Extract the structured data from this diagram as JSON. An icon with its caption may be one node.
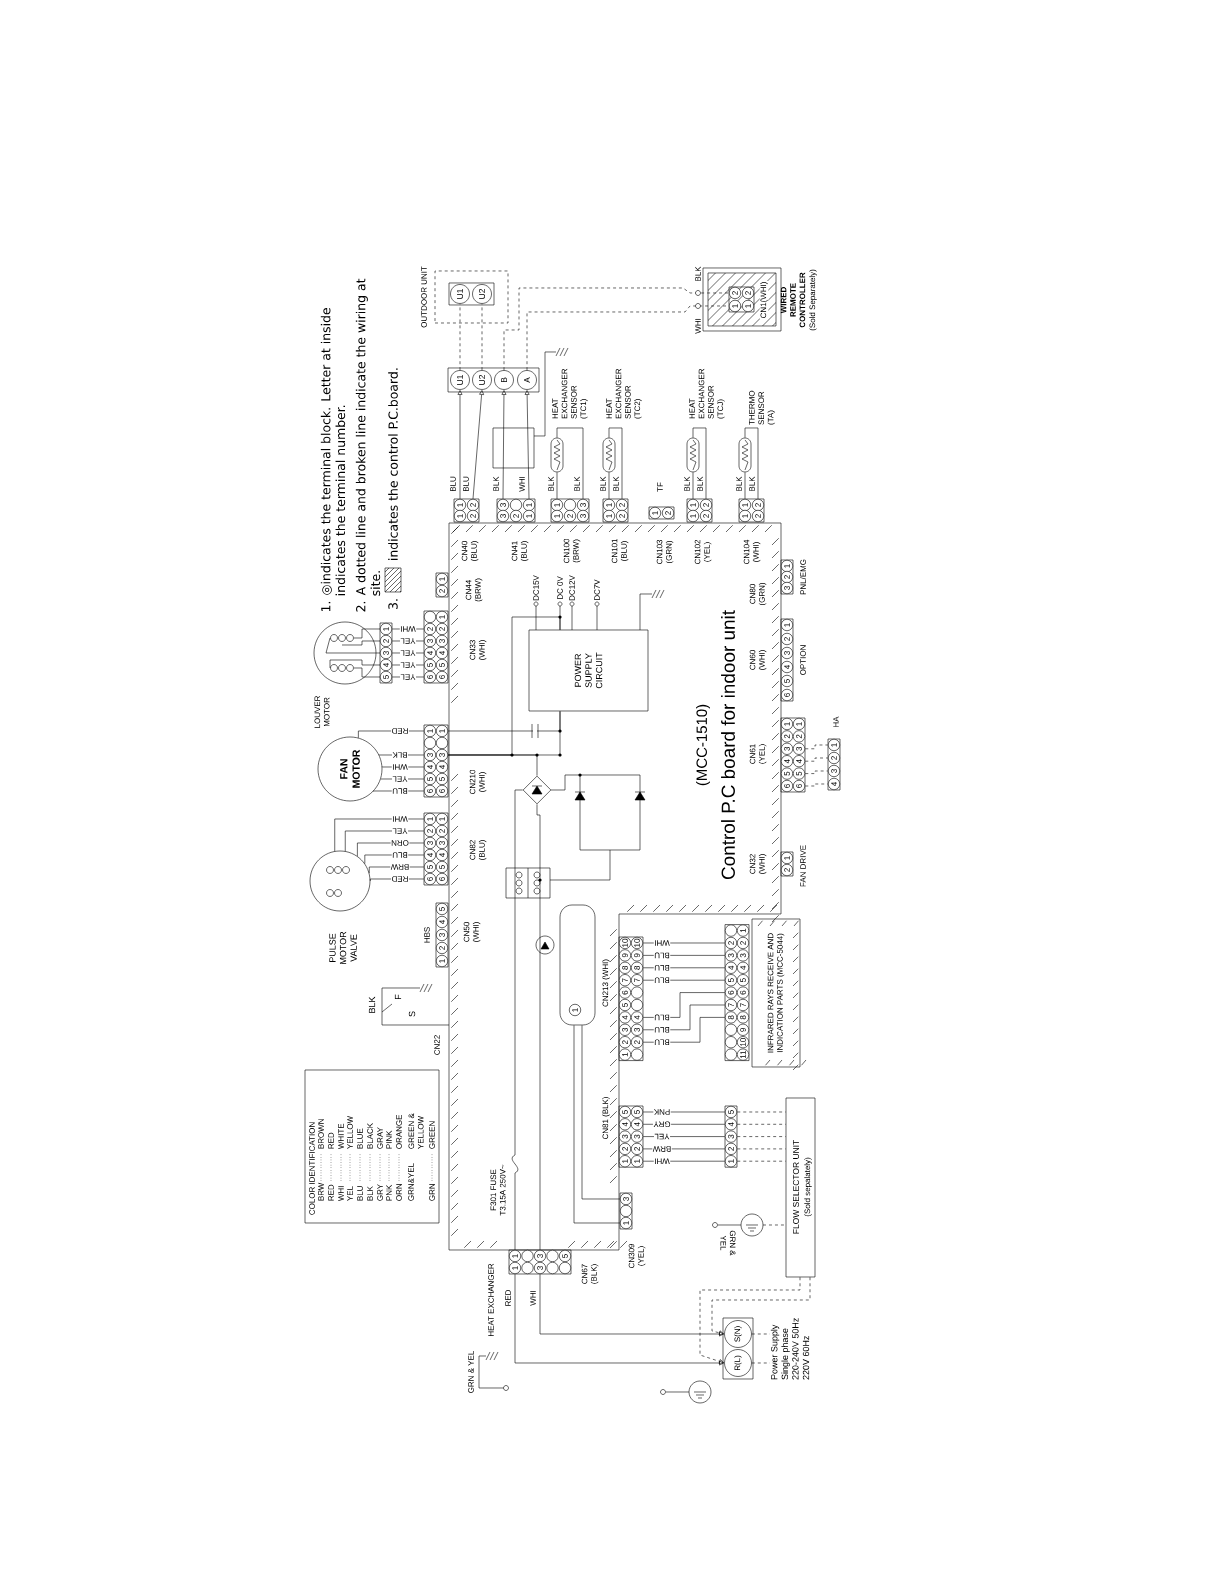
{
  "diagram": {
    "nodes": [
      {
        "text": [
          "(MCC-1510)",
          "Control P.C board for indoor unit"
        ]
      },
      {
        "text": [
          "POWER SUPPLY CIRCUIT"
        ],
        "in": 0
      },
      {
        "text": [
          "OUTDOOR UNIT"
        ]
      },
      {
        "text": [
          "U1"
        ],
        "in": 2
      },
      {
        "text": [
          "U2"
        ],
        "in": 2
      },
      {
        "text": [
          "U1"
        ]
      },
      {
        "text": [
          "U2"
        ]
      },
      {
        "text": [
          "B"
        ]
      },
      {
        "text": [
          "A"
        ]
      },
      {
        "text": [
          "WIRED REMOTE CONTROLLER",
          "(Sold Separately)",
          "CN1(WHI)"
        ]
      },
      {
        "text": [
          "2",
          "1",
          "2",
          "1"
        ],
        "in": 9
      },
      {
        "text": [
          "LOUVER MOTOR"
        ]
      },
      {
        "text": [
          "1",
          "2",
          "3",
          "4",
          "5"
        ]
      },
      {
        "text": [
          "FAN MOTOR"
        ]
      },
      {
        "text": [
          "PULSE MOTOR VALVE"
        ]
      },
      {
        "text": [
          "1",
          "2"
        ],
        "beside": [
          "CN44 (BRW)"
        ]
      },
      {
        "text": [
          "2",
          "3",
          "4",
          "5",
          "6",
          "1",
          "2",
          "3",
          "4",
          "5",
          "6"
        ],
        "beside": [
          "CN33 (WHI)"
        ]
      },
      {
        "text": [
          "1",
          "3",
          "4",
          "5",
          "6",
          "1",
          "3",
          "4",
          "5",
          "6"
        ],
        "beside": [
          "CN210 (WHI)"
        ]
      },
      {
        "text": [
          "1",
          "2",
          "3",
          "4",
          "5",
          "6",
          "1",
          "2",
          "3",
          "4",
          "5",
          "6"
        ],
        "beside": [
          "CN82 (BLU)"
        ]
      },
      {
        "text": [
          "5",
          "4",
          "3",
          "2",
          "1"
        ],
        "beside": [
          "HBS",
          "CN50 (WHI)"
        ]
      },
      {
        "text": [
          "1",
          "2",
          "1",
          "2"
        ],
        "beside": [
          "CN40 (BLU)"
        ]
      },
      {
        "text": [
          "3",
          "1",
          "3",
          "2",
          "1"
        ],
        "beside": [
          "CN41 (BLU)"
        ]
      },
      {
        "text": [
          "1",
          "3",
          "1",
          "2",
          "3"
        ],
        "beside": [
          "CN100 (BRW)"
        ]
      },
      {
        "text": [
          "1",
          "2",
          "1",
          "2"
        ],
        "beside": [
          "CN101 (BLU)"
        ]
      },
      {
        "text": [
          "1",
          "2"
        ],
        "beside": [
          "CN103 (GRN)"
        ]
      },
      {
        "text": [
          "1",
          "2",
          "1",
          "2"
        ],
        "beside": [
          "CN102 (YEL)"
        ]
      },
      {
        "text": [
          "1",
          "2",
          "1",
          "2"
        ],
        "beside": [
          "CN104 (WHI)"
        ]
      },
      {
        "text": [],
        "shape": "capsule",
        "beside": [
          "HEAT EXCHANGER SENSOR (TC1)"
        ]
      },
      {
        "text": [],
        "shape": "capsule",
        "beside": [
          "HEAT EXCHANGER SENSOR (TC2)"
        ]
      },
      {
        "text": [],
        "shape": "capsule",
        "beside": [
          "HEAT EXCHANGER SENSOR (TCJ)"
        ]
      },
      {
        "text": [],
        "shape": "capsule",
        "beside": [
          "THERMO SENSOR (TA)"
        ]
      },
      {
        "text": [
          "1",
          "2",
          "3"
        ],
        "beside": [
          "CN80 (GRN)",
          "PNL/EMG"
        ]
      },
      {
        "text": [
          "1",
          "2",
          "3",
          "4",
          "5",
          "6"
        ],
        "beside": [
          "CN60 (WHI)",
          "OPTION"
        ]
      },
      {
        "text": [
          "1",
          "2",
          "3",
          "4",
          "5",
          "6",
          "1",
          "2",
          "3",
          "4",
          "5",
          "6"
        ],
        "beside": [
          "CN61 (YEL)"
        ]
      },
      {
        "text": [
          "1",
          "2",
          "3",
          "4"
        ],
        "beside": [
          "HA"
        ]
      },
      {
        "text": [
          "1",
          "2"
        ],
        "beside": [
          "CN32 (WHI)",
          "FAN DRIVE"
        ]
      },
      {
        "text": [
          "10",
          "9",
          "8",
          "7",
          "6",
          "5",
          "4",
          "3",
          "2",
          "1",
          "10",
          "9",
          "8",
          "7",
          "4",
          "3",
          "2"
        ],
        "beside": [
          "CN213 (WHI)"
        ]
      },
      {
        "text": [
          "INFRARED RAYS RECEIVE AND INDICATION PARTS (MCC-5044)"
        ]
      },
      {
        "text": [
          "2",
          "3",
          "4",
          "5",
          "6",
          "7",
          "8",
          "1",
          "2",
          "3",
          "4",
          "5",
          "6",
          "7",
          "8",
          "9",
          "10",
          "11"
        ]
      },
      {
        "text": [
          "5",
          "4",
          "3",
          "2",
          "1",
          "5",
          "4",
          "3",
          "2",
          "1"
        ],
        "beside": [
          "CN81 (BLK)"
        ]
      },
      {
        "text": [
          "5",
          "4",
          "3",
          "2",
          "1"
        ]
      },
      {
        "text": [
          "FLOW SELECTOR UNIT",
          "(Sold sepalately)"
        ]
      },
      {
        "text": [
          "3",
          "1"
        ],
        "beside": [
          "CN309 (YEL)"
        ]
      },
      {
        "text": [
          "1",
          "3",
          "5",
          "1",
          "3"
        ],
        "beside": [
          "CN67 (BLK)"
        ]
      },
      {
        "text": [
          "R(L)"
        ]
      },
      {
        "text": [
          "S(N)"
        ]
      },
      {
        "text": [
          "COLOR IDENTIFICATION",
          "BRW",
          "BROWN",
          "RED",
          "RED",
          "WHI",
          "WHITE",
          "YEL",
          "YELLOW",
          "BLU",
          "BLUE",
          "BLK",
          "BLACK",
          "GRY",
          "GRAY",
          "PNK",
          "PINK",
          "ORN",
          "ORANGE",
          "GRN&YEL",
          "GREEN & YELLOW",
          "GRN",
          "GREEN"
        ]
      },
      {
        "text": [
          "Power Supply Single phase 220-240V 50Hz 220V 60Hz"
        ]
      },
      {
        "text": [],
        "shape": "diamond",
        "in": 0
      },
      {
        "text": [
          "1"
        ],
        "in": 0
      }
    ],
    "edges": [
      {
        "from": 20,
        "to": 5,
        "arrow": "to",
        "label": "BLU"
      },
      {
        "from": 20,
        "to": 6,
        "arrow": "to",
        "label": "BLU"
      },
      {
        "from": 21,
        "to": 7,
        "arrow": "to",
        "label": "BLK"
      },
      {
        "from": 21,
        "to": 8,
        "arrow": "to",
        "label": "WHI"
      },
      {
        "from": 5,
        "to": 3,
        "arrow": "none",
        "style": "dashed"
      },
      {
        "from": 6,
        "to": 4,
        "arrow": "none",
        "style": "dashed"
      },
      {
        "from": 7,
        "to": 10,
        "arrow": "none",
        "style": "dashed"
      },
      {
        "from": 8,
        "to": 10,
        "arrow": "none",
        "style": "dashed"
      },
      {
        "from": 22,
        "to": 27,
        "arrow": "none",
        "label": "BLK"
      },
      {
        "from": 22,
        "to": 27,
        "arrow": "none",
        "label": "BLK"
      },
      {
        "from": 23,
        "to": 28,
        "arrow": "none",
        "label": "BLK"
      },
      {
        "from": 23,
        "to": 28,
        "arrow": "none",
        "label": "BLK"
      },
      {
        "from": 25,
        "to": 29,
        "arrow": "none",
        "label": "BLK"
      },
      {
        "from": 25,
        "to": 29,
        "arrow": "none",
        "label": "BLK"
      },
      {
        "from": 26,
        "to": 30,
        "arrow": "none",
        "label": "BLK"
      },
      {
        "from": 26,
        "to": 30,
        "arrow": "none",
        "label": "BLK"
      },
      {
        "from": 12,
        "to": 16,
        "arrow": "none",
        "label": "WHI"
      },
      {
        "from": 12,
        "to": 16,
        "arrow": "none",
        "label": "YEL"
      },
      {
        "from": 12,
        "to": 16,
        "arrow": "none",
        "label": "YEL"
      },
      {
        "from": 12,
        "to": 16,
        "arrow": "none",
        "label": "YEL"
      },
      {
        "from": 12,
        "to": 16,
        "arrow": "none",
        "label": "YEL"
      },
      {
        "from": 13,
        "to": 17,
        "arrow": "none",
        "label": "RED"
      },
      {
        "from": 13,
        "to": 17,
        "arrow": "none",
        "label": "BLK"
      },
      {
        "from": 13,
        "to": 17,
        "arrow": "none",
        "label": "WHI"
      },
      {
        "from": 13,
        "to": 17,
        "arrow": "none",
        "label": "YEL"
      },
      {
        "from": 13,
        "to": 17,
        "arrow": "none",
        "label": "BLU"
      },
      {
        "from": 14,
        "to": 18,
        "arrow": "none",
        "label": "WHI"
      },
      {
        "from": 14,
        "to": 18,
        "arrow": "none",
        "label": "YEL"
      },
      {
        "from": 14,
        "to": 18,
        "arrow": "none",
        "label": "ORN"
      },
      {
        "from": 14,
        "to": 18,
        "arrow": "none",
        "label": "BLU"
      },
      {
        "from": 14,
        "to": 18,
        "arrow": "none",
        "label": "BRW"
      },
      {
        "from": 14,
        "to": 18,
        "arrow": "none",
        "label": "RED"
      },
      {
        "from": 33,
        "to": 34,
        "arrow": "none",
        "style": "dashed"
      },
      {
        "from": 33,
        "to": 34,
        "arrow": "none",
        "style": "dashed"
      },
      {
        "from": 33,
        "to": 34,
        "arrow": "none",
        "style": "dashed"
      },
      {
        "from": 33,
        "to": 34,
        "arrow": "none",
        "style": "dashed"
      },
      {
        "from": 36,
        "to": 38,
        "arrow": "none",
        "label": "WHI"
      },
      {
        "from": 36,
        "to": 38,
        "arrow": "none",
        "label": "BLU"
      },
      {
        "from": 36,
        "to": 38,
        "arrow": "none",
        "label": "BLU"
      },
      {
        "from": 36,
        "to": 38,
        "arrow": "none",
        "label": "BLU"
      },
      {
        "from": 36,
        "to": 38,
        "arrow": "none",
        "label": "BLU"
      },
      {
        "from": 36,
        "to": 38,
        "arrow": "none",
        "label": "BLU"
      },
      {
        "from": 36,
        "to": 38,
        "arrow": "none",
        "label": "BLU"
      },
      {
        "from": 39,
        "to": 40,
        "arrow": "none",
        "label": "PNK"
      },
      {
        "from": 39,
        "to": 40,
        "arrow": "none",
        "label": "GRY"
      },
      {
        "from": 39,
        "to": 40,
        "arrow": "none",
        "label": "YEL"
      },
      {
        "from": 39,
        "to": 40,
        "arrow": "none",
        "label": "BRW"
      },
      {
        "from": 39,
        "to": 40,
        "arrow": "none",
        "label": "WHI"
      },
      {
        "from": 40,
        "to": 41,
        "arrow": "none",
        "style": "dashed"
      },
      {
        "from": 40,
        "to": 41,
        "arrow": "none",
        "style": "dashed"
      },
      {
        "from": 40,
        "to": 41,
        "arrow": "none",
        "style": "dashed"
      },
      {
        "from": 40,
        "to": 41,
        "arrow": "none",
        "style": "dashed"
      },
      {
        "from": 40,
        "to": 41,
        "arrow": "none",
        "style": "dashed"
      },
      {
        "from": 43,
        "to": 44,
        "arrow": "to",
        "label": "RED"
      },
      {
        "from": 43,
        "to": 45,
        "arrow": "to",
        "label": "WHI"
      },
      {
        "from": 41,
        "to": 44,
        "arrow": "to",
        "style": "dashed"
      },
      {
        "from": 41,
        "to": 45,
        "arrow": "to",
        "style": "dashed"
      },
      {
        "from": 44,
        "to": 47,
        "arrow": "none",
        "style": "dashed"
      },
      {
        "from": 45,
        "to": 47,
        "arrow": "none",
        "style": "dashed"
      },
      {
        "from": 1,
        "to": 17,
        "arrow": "none"
      },
      {
        "from": 17,
        "to": 1,
        "arrow": "none"
      },
      {
        "from": 1,
        "to": 17,
        "arrow": "none"
      },
      {
        "from": 17,
        "to": 48,
        "arrow": "none"
      },
      {
        "from": 48,
        "to": 43,
        "arrow": "none"
      },
      {
        "from": 48,
        "to": 43,
        "arrow": "none"
      },
      {
        "from": 42,
        "to": 49,
        "arrow": "none"
      },
      {
        "from": 42,
        "to": 49,
        "arrow": "none"
      }
    ],
    "labels": [
      "1. ◎indicates the terminal block. Letter at inside indicates the terminal number.",
      "2. A dotted line and broken line indicate the wiring at site.",
      "3.",
      "indicates the control P.C.board.",
      "DC15V",
      "DC 0V",
      "DC12V",
      "DC7V",
      "TF",
      "CN22",
      "BLK",
      "F",
      "S",
      "F301 FUSE T3.15A 250V~",
      "HEAT EXCHANGER",
      "GRN & YEL",
      "GRN & YEL",
      "BLK",
      "WHI"
    ]
  }
}
